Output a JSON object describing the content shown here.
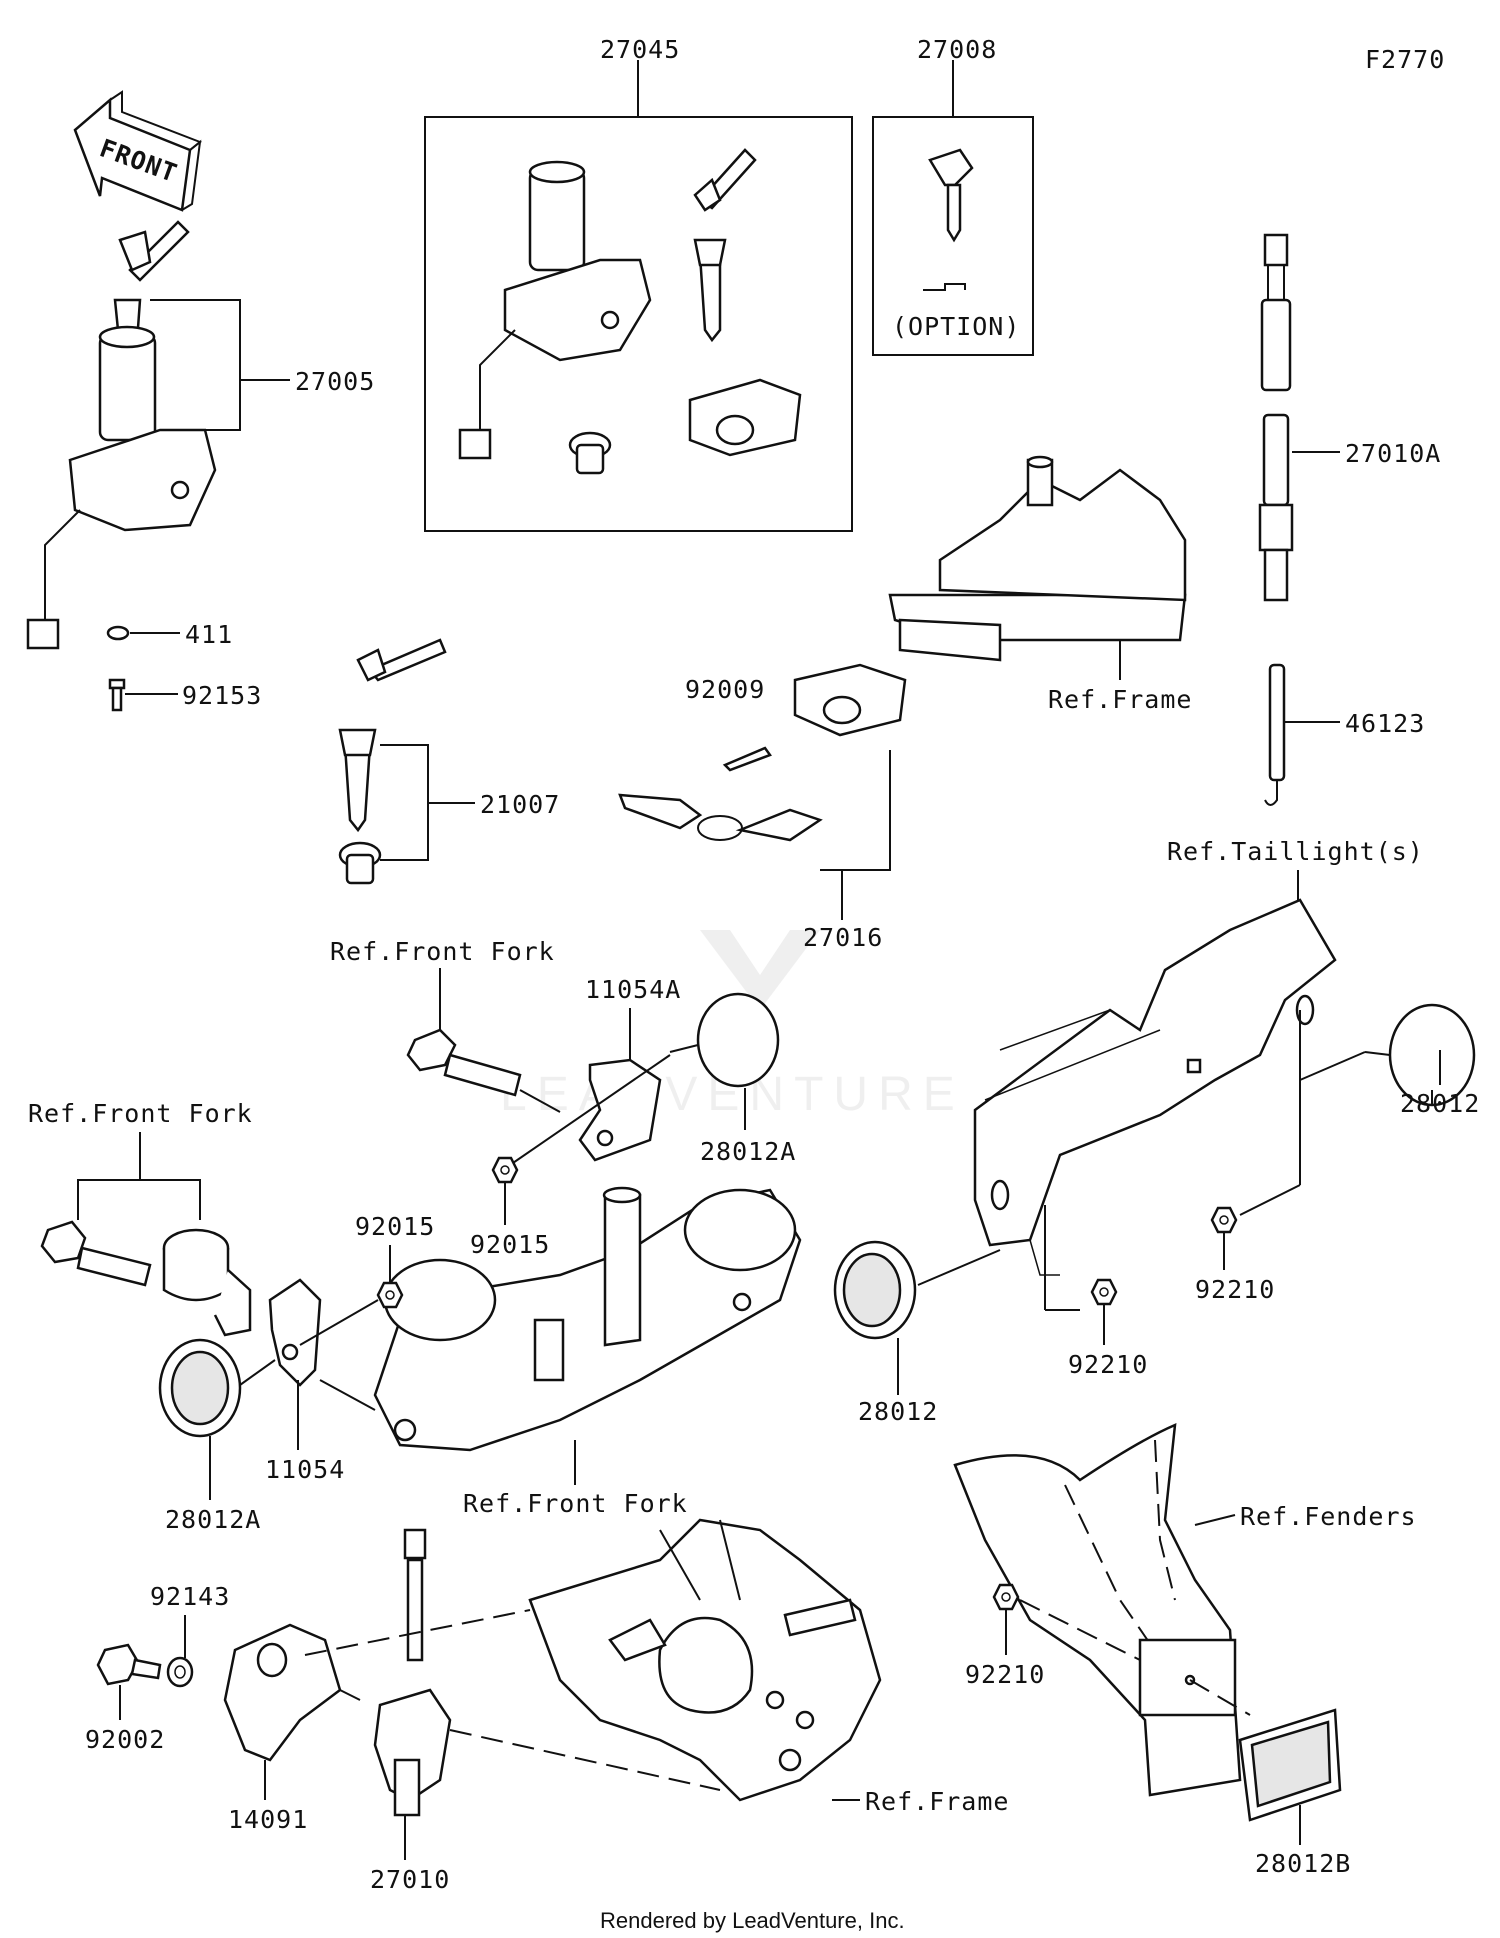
{
  "diagram_code": "F2770",
  "front_label": "FRONT",
  "option_label": "(OPTION)",
  "watermark": "LEADVENTURE",
  "footer": "Rendered by LeadVenture, Inc.",
  "parts": {
    "p27045": "27045",
    "p27008": "27008",
    "p27005": "27005",
    "p411": "411",
    "p92153": "92153",
    "p21007": "21007",
    "p92009": "92009",
    "p27016": "27016",
    "p27010A": "27010A",
    "p46123": "46123",
    "p11054A": "11054A",
    "p28012A_top": "28012A",
    "p92015_mid": "92015",
    "p92015_left": "92015",
    "p11054": "11054",
    "p28012A_left": "28012A",
    "p28012_right": "28012",
    "p28012_mid": "28012",
    "p92210_right": "92210",
    "p92210_mid": "92210",
    "p92210_low": "92210",
    "p92143": "92143",
    "p92002": "92002",
    "p14091": "14091",
    "p27010": "27010",
    "p28012B": "28012B"
  },
  "refs": {
    "frame_top": "Ref.Frame",
    "taillights": "Ref.Taillight(s)",
    "front_fork_top": "Ref.Front Fork",
    "front_fork_left": "Ref.Front Fork",
    "front_fork_bottom": "Ref.Front Fork",
    "fenders": "Ref.Fenders",
    "frame_bottom": "Ref.Frame"
  }
}
